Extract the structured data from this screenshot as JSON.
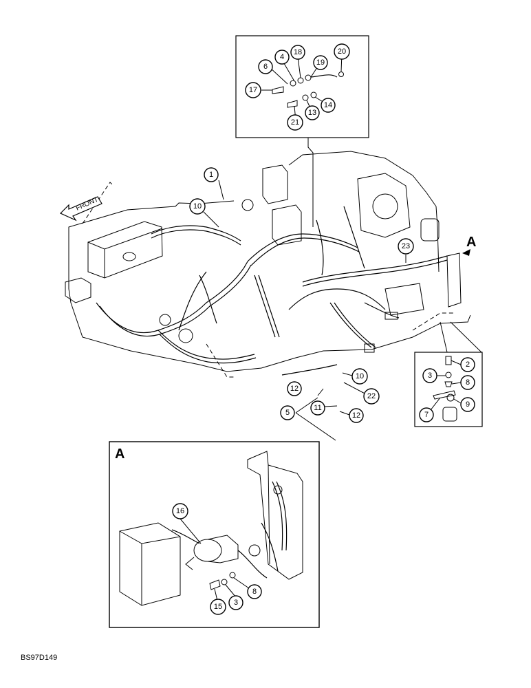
{
  "labels": {
    "front": "FRONT",
    "view_marker": "A",
    "view_a_title": "A",
    "drawing_code": "BS97D149"
  },
  "callouts": [
    {
      "id": "c1",
      "text": "1"
    },
    {
      "id": "c2",
      "text": "2"
    },
    {
      "id": "c3a",
      "text": "3"
    },
    {
      "id": "c3b",
      "text": "3"
    },
    {
      "id": "c4",
      "text": "4"
    },
    {
      "id": "c5",
      "text": "5"
    },
    {
      "id": "c6",
      "text": "6"
    },
    {
      "id": "c7",
      "text": "7"
    },
    {
      "id": "c8a",
      "text": "8"
    },
    {
      "id": "c8b",
      "text": "8"
    },
    {
      "id": "c9",
      "text": "9"
    },
    {
      "id": "c10a",
      "text": "10"
    },
    {
      "id": "c10b",
      "text": "10"
    },
    {
      "id": "c11",
      "text": "11"
    },
    {
      "id": "c12a",
      "text": "12"
    },
    {
      "id": "c12b",
      "text": "12"
    },
    {
      "id": "c13",
      "text": "13"
    },
    {
      "id": "c14",
      "text": "14"
    },
    {
      "id": "c15",
      "text": "15"
    },
    {
      "id": "c16",
      "text": "16"
    },
    {
      "id": "c17",
      "text": "17"
    },
    {
      "id": "c18",
      "text": "18"
    },
    {
      "id": "c19",
      "text": "19"
    },
    {
      "id": "c20",
      "text": "20"
    },
    {
      "id": "c21",
      "text": "21"
    },
    {
      "id": "c22",
      "text": "22"
    },
    {
      "id": "c23",
      "text": "23"
    }
  ]
}
